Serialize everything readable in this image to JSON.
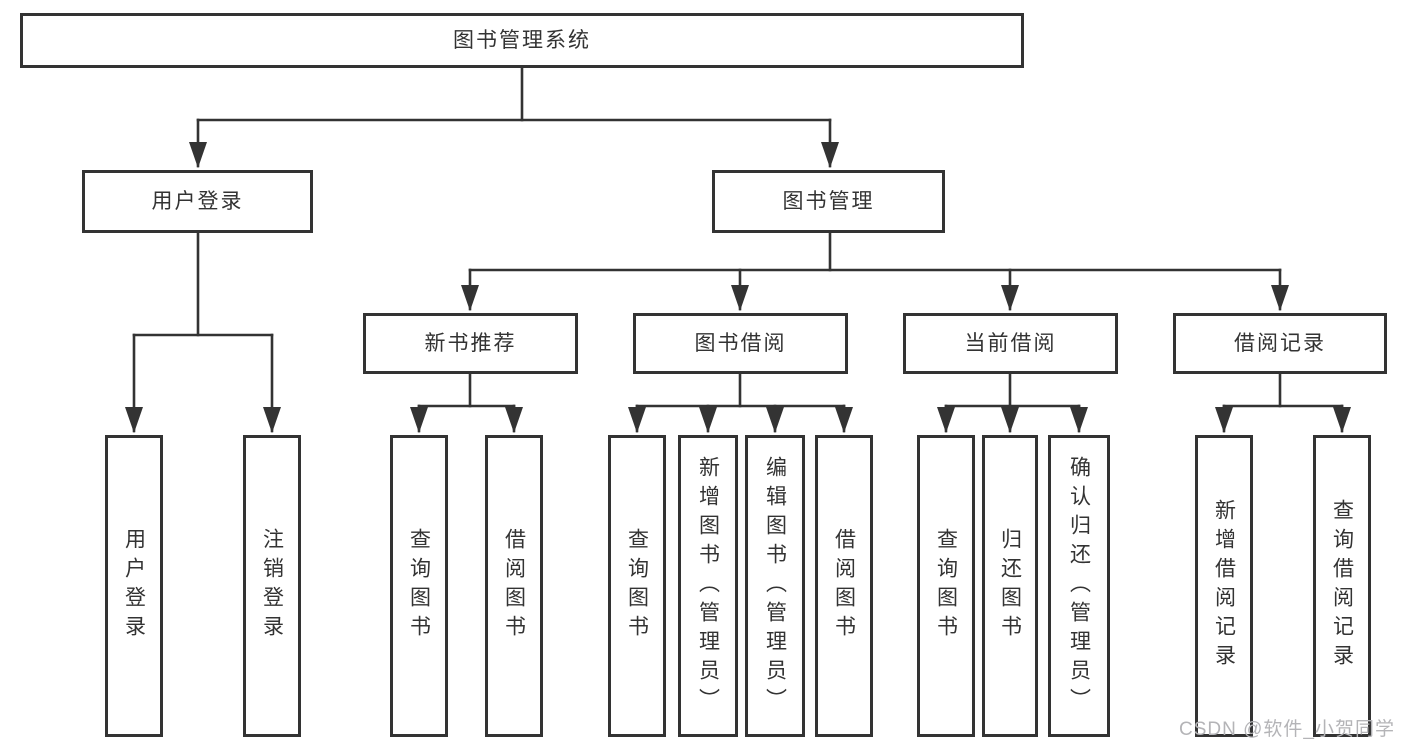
{
  "colors": {
    "background": "#ffffff",
    "line": "#333333",
    "box_border": "#333333",
    "text": "#333333",
    "watermark": "#b4b4b7"
  },
  "tree": {
    "root": {
      "label": "图书管理系统"
    },
    "branches": [
      {
        "label": "用户登录",
        "children": [
          {
            "label": "用户登录"
          },
          {
            "label": "注销登录"
          }
        ]
      },
      {
        "label": "图书管理",
        "children": [
          {
            "label": "新书推荐",
            "children": [
              {
                "label": "查询图书"
              },
              {
                "label": "借阅图书"
              }
            ]
          },
          {
            "label": "图书借阅",
            "children": [
              {
                "label": "查询图书"
              },
              {
                "label": "新增图书（管理员）"
              },
              {
                "label": "编辑图书（管理员）"
              },
              {
                "label": "借阅图书"
              }
            ]
          },
          {
            "label": "当前借阅",
            "children": [
              {
                "label": "查询图书"
              },
              {
                "label": "归还图书"
              },
              {
                "label": "确认归还（管理员）"
              }
            ]
          },
          {
            "label": "借阅记录",
            "children": [
              {
                "label": "新增借阅记录"
              },
              {
                "label": "查询借阅记录"
              }
            ]
          }
        ]
      }
    ]
  },
  "watermark": {
    "text": "CSDN @软件_小贺同学"
  }
}
